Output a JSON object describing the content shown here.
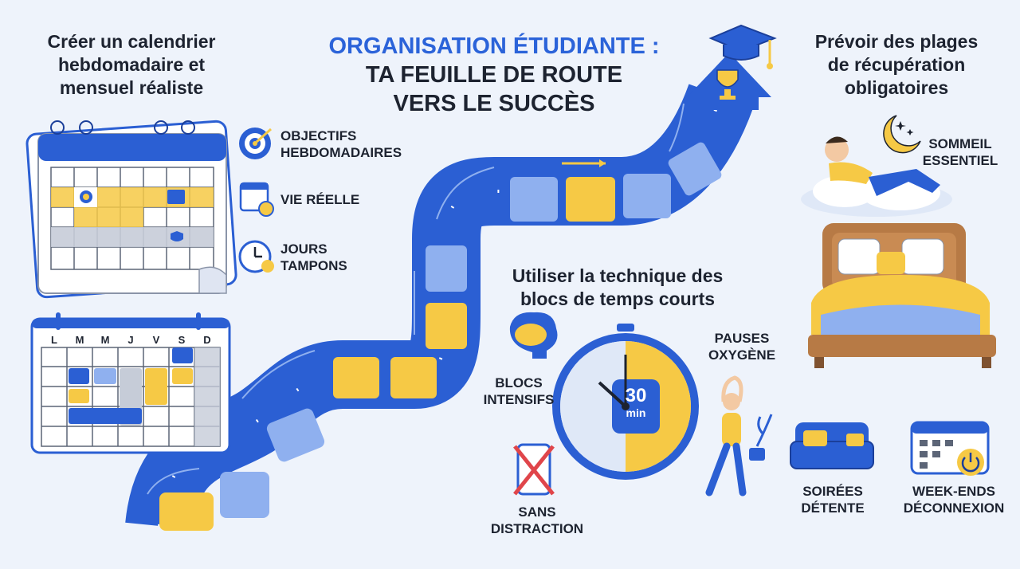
{
  "title": {
    "line1": "ORGANISATION ÉTUDIANTE :",
    "line2": "TA FEUILLE DE ROUTE",
    "line3": "VERS LE SUCCÈS"
  },
  "left_section": {
    "heading_lines": [
      "Créer un calendrier",
      "hebdomadaire et",
      "mensuel réaliste"
    ],
    "items": [
      {
        "icon": "target-icon",
        "lines": [
          "OBJECTIFS",
          "HEBDOMADAIRES"
        ]
      },
      {
        "icon": "calendar-clock-icon",
        "lines": [
          "VIE RÉELLE"
        ]
      },
      {
        "icon": "clock-icon",
        "lines": [
          "JOURS",
          "TAMPONS"
        ]
      }
    ],
    "weekday_letters": [
      "L",
      "M",
      "M",
      "J",
      "V",
      "S",
      "D"
    ]
  },
  "middle_section": {
    "heading_lines": [
      "Utiliser la technique des",
      "blocs de temps courts"
    ],
    "timer_value": "30",
    "timer_unit": "min",
    "items": [
      {
        "icon": "brain-icon",
        "lines": [
          "BLOCS",
          "INTENSIFS"
        ]
      },
      {
        "icon": "no-phone-icon",
        "lines": [
          "SANS",
          "DISTRACTION"
        ]
      },
      {
        "icon": "stretching-person-icon",
        "lines": [
          "PAUSES",
          "OXYGÈNE"
        ]
      }
    ]
  },
  "right_section": {
    "heading_lines": [
      "Prévoir des plages",
      "de récupération",
      "obligatoires"
    ],
    "items": [
      {
        "icon": "moon-icon",
        "lines": [
          "SOMMEIL",
          "ESSENTIEL"
        ]
      },
      {
        "icon": "sofa-icon",
        "lines": [
          "SOIRÉES",
          "DÉTENTE"
        ]
      },
      {
        "icon": "calendar-power-icon",
        "lines": [
          "WEEK-ENDS",
          "DÉCONNEXION"
        ]
      }
    ]
  },
  "colors": {
    "background": "#eef3fb",
    "blue_dark": "#2b5fd3",
    "blue_light": "#8fb0ef",
    "yellow": "#f6c945",
    "text": "#1d2330"
  }
}
